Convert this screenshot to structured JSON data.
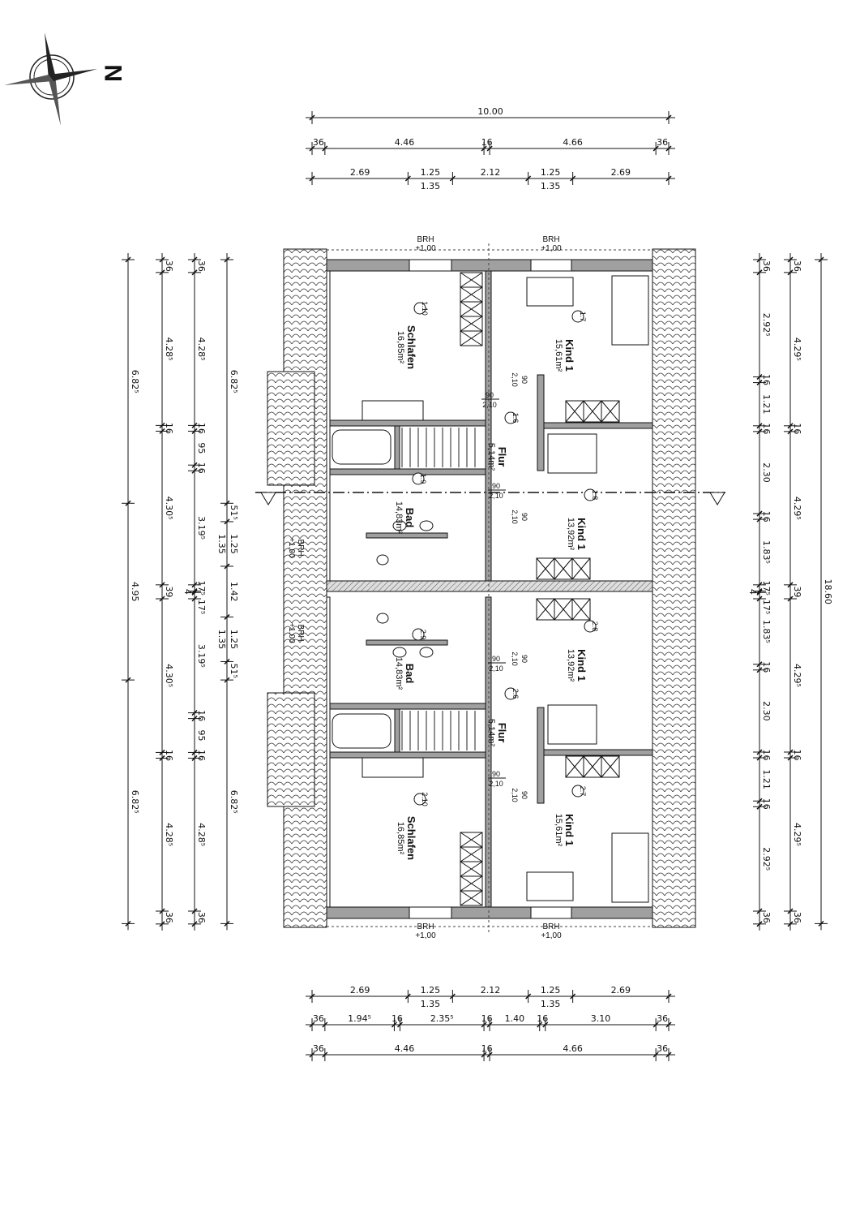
{
  "compass": {
    "north_letter": "N"
  },
  "rooms": [
    {
      "no": "1.10",
      "name": "Schlafen",
      "area": "16,85m²"
    },
    {
      "no": "1.7",
      "name": "Kind 1",
      "area": "15,61m²"
    },
    {
      "no": "1.6",
      "name": "Flur",
      "area": "5,14m²"
    },
    {
      "no": "1.9",
      "name": "Bad",
      "area": "14,83m²"
    },
    {
      "no": "1.8",
      "name": "Kind 1",
      "area": "13,92m²"
    },
    {
      "no": "2.9",
      "name": "Bad",
      "area": "14,83m²"
    },
    {
      "no": "2.8",
      "name": "Kind 1",
      "area": "13,92m²"
    },
    {
      "no": "2.6",
      "name": "Flur",
      "area": "5,14m²"
    },
    {
      "no": "2.10",
      "name": "Schlafen",
      "area": "16,85m²"
    },
    {
      "no": "2.7",
      "name": "Kind 1",
      "area": "15,61m²"
    }
  ],
  "door_label": {
    "width": "90",
    "height": "2,10"
  },
  "window_label": {
    "brh": "BRH",
    "height": "+1,00"
  },
  "dimensions": {
    "top": [
      {
        "segments": [
          {
            "v": 10.0,
            "t": "10.00"
          }
        ]
      },
      {
        "segments": [
          {
            "v": 0.36,
            "t": "36"
          },
          {
            "v": 4.46,
            "t": "4.46"
          },
          {
            "v": 0.16,
            "t": "16"
          },
          {
            "v": 4.66,
            "t": "4.66"
          },
          {
            "v": 0.36,
            "t": "36"
          }
        ]
      },
      {
        "segments": [
          {
            "v": 2.69,
            "t": "2.69"
          },
          {
            "v": 1.25,
            "t": "1.25",
            "sub": "1.35"
          },
          {
            "v": 2.12,
            "t": "2.12"
          },
          {
            "v": 1.25,
            "t": "1.25",
            "sub": "1.35"
          },
          {
            "v": 2.69,
            "t": "2.69"
          }
        ]
      }
    ],
    "bottom": [
      {
        "segments": [
          {
            "v": 2.69,
            "t": "2.69"
          },
          {
            "v": 1.25,
            "t": "1.25",
            "sub": "1.35"
          },
          {
            "v": 2.12,
            "t": "2.12"
          },
          {
            "v": 1.25,
            "t": "1.25",
            "sub": "1.35"
          },
          {
            "v": 2.69,
            "t": "2.69"
          }
        ]
      },
      {
        "segments": [
          {
            "v": 0.36,
            "t": "36"
          },
          {
            "v": 1.945,
            "t": "1.94⁵"
          },
          {
            "v": 0.16,
            "t": "16"
          },
          {
            "v": 2.355,
            "t": "2.35⁵"
          },
          {
            "v": 0.16,
            "t": "16"
          },
          {
            "v": 1.4,
            "t": "1.40"
          },
          {
            "v": 0.16,
            "t": "16"
          },
          {
            "v": 3.1,
            "t": "3.10"
          },
          {
            "v": 0.36,
            "t": "36"
          }
        ]
      },
      {
        "segments": [
          {
            "v": 0.36,
            "t": "36"
          },
          {
            "v": 4.46,
            "t": "4.46"
          },
          {
            "v": 0.16,
            "t": "16"
          },
          {
            "v": 4.66,
            "t": "4.66"
          },
          {
            "v": 0.36,
            "t": "36"
          }
        ]
      }
    ],
    "left": [
      {
        "segments": [
          {
            "v": 6.825,
            "t": "6.82⁵"
          },
          {
            "v": 4.95,
            "t": "4.95"
          },
          {
            "v": 6.825,
            "t": "6.82⁵"
          }
        ]
      },
      {
        "segments": [
          {
            "v": 0.36,
            "t": "36"
          },
          {
            "v": 4.285,
            "t": "4.28⁵"
          },
          {
            "v": 0.16,
            "t": "16"
          },
          {
            "v": 4.305,
            "t": "4.30⁵"
          },
          {
            "v": 0.39,
            "t": "39"
          },
          {
            "v": 4.305,
            "t": "4.30⁵"
          },
          {
            "v": 0.16,
            "t": "16"
          },
          {
            "v": 4.285,
            "t": "4.28⁵"
          },
          {
            "v": 0.36,
            "t": "36"
          }
        ]
      },
      {
        "segments": [
          {
            "v": 0.36,
            "t": "36"
          },
          {
            "v": 4.285,
            "t": "4.28⁵"
          },
          {
            "v": 0.16,
            "t": "16"
          },
          {
            "v": 0.95,
            "t": "95"
          },
          {
            "v": 0.16,
            "t": "16"
          },
          {
            "v": 3.195,
            "t": "3.19⁵"
          },
          {
            "v": 0.175,
            "t": "17⁵"
          },
          {
            "v": 0.04,
            "t": "4"
          },
          {
            "v": 0.175,
            "t": "17⁵"
          },
          {
            "v": 3.195,
            "t": "3.19⁵"
          },
          {
            "v": 0.16,
            "t": "16"
          },
          {
            "v": 0.95,
            "t": "95"
          },
          {
            "v": 0.16,
            "t": "16"
          },
          {
            "v": 4.285,
            "t": "4.28⁵"
          },
          {
            "v": 0.36,
            "t": "36"
          }
        ]
      },
      {
        "segments": [
          {
            "v": 6.825,
            "t": "6.82⁵"
          },
          {
            "v": 0.515,
            "t": "51⁵"
          },
          {
            "v": 1.25,
            "t": "1.25",
            "sub": "1.35"
          },
          {
            "v": 1.42,
            "t": "1.42"
          },
          {
            "v": 1.25,
            "t": "1.25",
            "sub": "1.35"
          },
          {
            "v": 0.515,
            "t": "51⁵"
          },
          {
            "v": 6.825,
            "t": "6.82⁵"
          }
        ]
      }
    ],
    "right": [
      {
        "segments": [
          {
            "v": 0.36,
            "t": "36"
          },
          {
            "v": 2.925,
            "t": "2.92⁵"
          },
          {
            "v": 0.16,
            "t": "16"
          },
          {
            "v": 1.21,
            "t": "1.21"
          },
          {
            "v": 0.16,
            "t": "16"
          },
          {
            "v": 2.3,
            "t": "2.30"
          },
          {
            "v": 0.16,
            "t": "16"
          },
          {
            "v": 1.835,
            "t": "1.83⁵"
          },
          {
            "v": 0.175,
            "t": "17⁵"
          },
          {
            "v": 0.04,
            "t": "4"
          },
          {
            "v": 0.175,
            "t": "17⁵"
          },
          {
            "v": 1.835,
            "t": "1.83⁵"
          },
          {
            "v": 0.16,
            "t": "16"
          },
          {
            "v": 2.3,
            "t": "2.30"
          },
          {
            "v": 0.16,
            "t": "16"
          },
          {
            "v": 1.21,
            "t": "1.21"
          },
          {
            "v": 0.16,
            "t": "16"
          },
          {
            "v": 2.925,
            "t": "2.92⁵"
          },
          {
            "v": 0.36,
            "t": "36"
          }
        ]
      },
      {
        "segments": [
          {
            "v": 0.36,
            "t": "36"
          },
          {
            "v": 4.295,
            "t": "4.29⁵"
          },
          {
            "v": 0.16,
            "t": "16"
          },
          {
            "v": 4.295,
            "t": "4.29⁵"
          },
          {
            "v": 0.39,
            "t": "39"
          },
          {
            "v": 4.295,
            "t": "4.29⁵"
          },
          {
            "v": 0.16,
            "t": "16"
          },
          {
            "v": 4.295,
            "t": "4.29⁵"
          },
          {
            "v": 0.36,
            "t": "36"
          }
        ]
      },
      {
        "segments": [
          {
            "v": 18.6,
            "t": "18.60"
          }
        ]
      }
    ]
  }
}
